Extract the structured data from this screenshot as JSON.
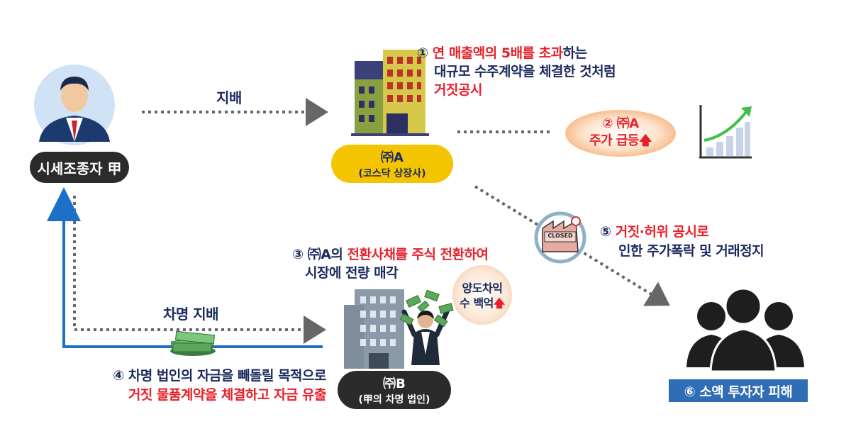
{
  "manipulator": {
    "label": "시세조종자 甲"
  },
  "edge_control": {
    "label": "지배"
  },
  "edge_borrowed": {
    "label": "차명 지배"
  },
  "company_a": {
    "name": "㈜A",
    "sub": "(코스닥 상장사)"
  },
  "company_b": {
    "name": "㈜B",
    "sub": "(甲의 차명 법인)"
  },
  "step1": {
    "num": "①",
    "part1_red": "연 매출액의 5배를 초과",
    "part1_tail": "하는",
    "line2": "대규모 수주계약을 체결한 것처럼",
    "line3_red": "거짓공시"
  },
  "step2": {
    "text": "② ㈜A",
    "line2": "주가 급등"
  },
  "step3": {
    "num": "③ ㈜A의",
    "red": "전환사채를 주식 전환하여",
    "line2": "시장에 전량 매각"
  },
  "profit": {
    "line1": "양도차익",
    "line2": "수 백억"
  },
  "step4": {
    "line1": "④ 차명 법인의 자금을 빼돌릴 목적으로",
    "line2_red": "거짓 물품계약을 체결하고 자금 유출"
  },
  "step5": {
    "num": "⑤",
    "red": "거짓·허위 공시로",
    "line2": "인한 주가폭락 및 거래정지"
  },
  "closed_sign": {
    "text": "CLOSED"
  },
  "step6": {
    "label": "⑥ 소액 투자자 피해"
  },
  "colors": {
    "navy": "#1a2a5e",
    "red": "#e8202a",
    "yellow": "#f5c400",
    "dark_pill": "#2b2b2b",
    "blue_line": "#1e6fc8",
    "gray_dots": "#666666",
    "step6_bg": "#2f6db6"
  }
}
